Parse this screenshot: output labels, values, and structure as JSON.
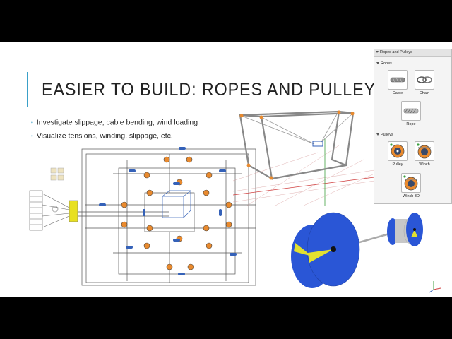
{
  "slide": {
    "title": "EASIER TO BUILD: ROPES AND PULLEYS",
    "bullets": [
      "Investigate slippage, cable bending, wind loading",
      "Visualize tensions, winding, slippage, etc."
    ]
  },
  "palette": {
    "title": "Ropes and Pulleys",
    "sections": [
      {
        "label": "Ropes",
        "items": [
          "Cable",
          "Chain",
          "Rope"
        ]
      },
      {
        "label": "Pulleys",
        "items": [
          "Pulley",
          "Winch",
          "Winch 3D"
        ]
      }
    ]
  },
  "colors": {
    "accent": "#3aa0c8",
    "winch_blue": "#2a56d6",
    "winch_yellow": "#e2e030",
    "pulley_orange": "#e98a2e",
    "schematic_blue": "#3461b8"
  },
  "icons": [
    "cable-icon",
    "chain-icon",
    "rope-icon",
    "pulley-icon",
    "winch-icon",
    "winch-3d-icon"
  ]
}
